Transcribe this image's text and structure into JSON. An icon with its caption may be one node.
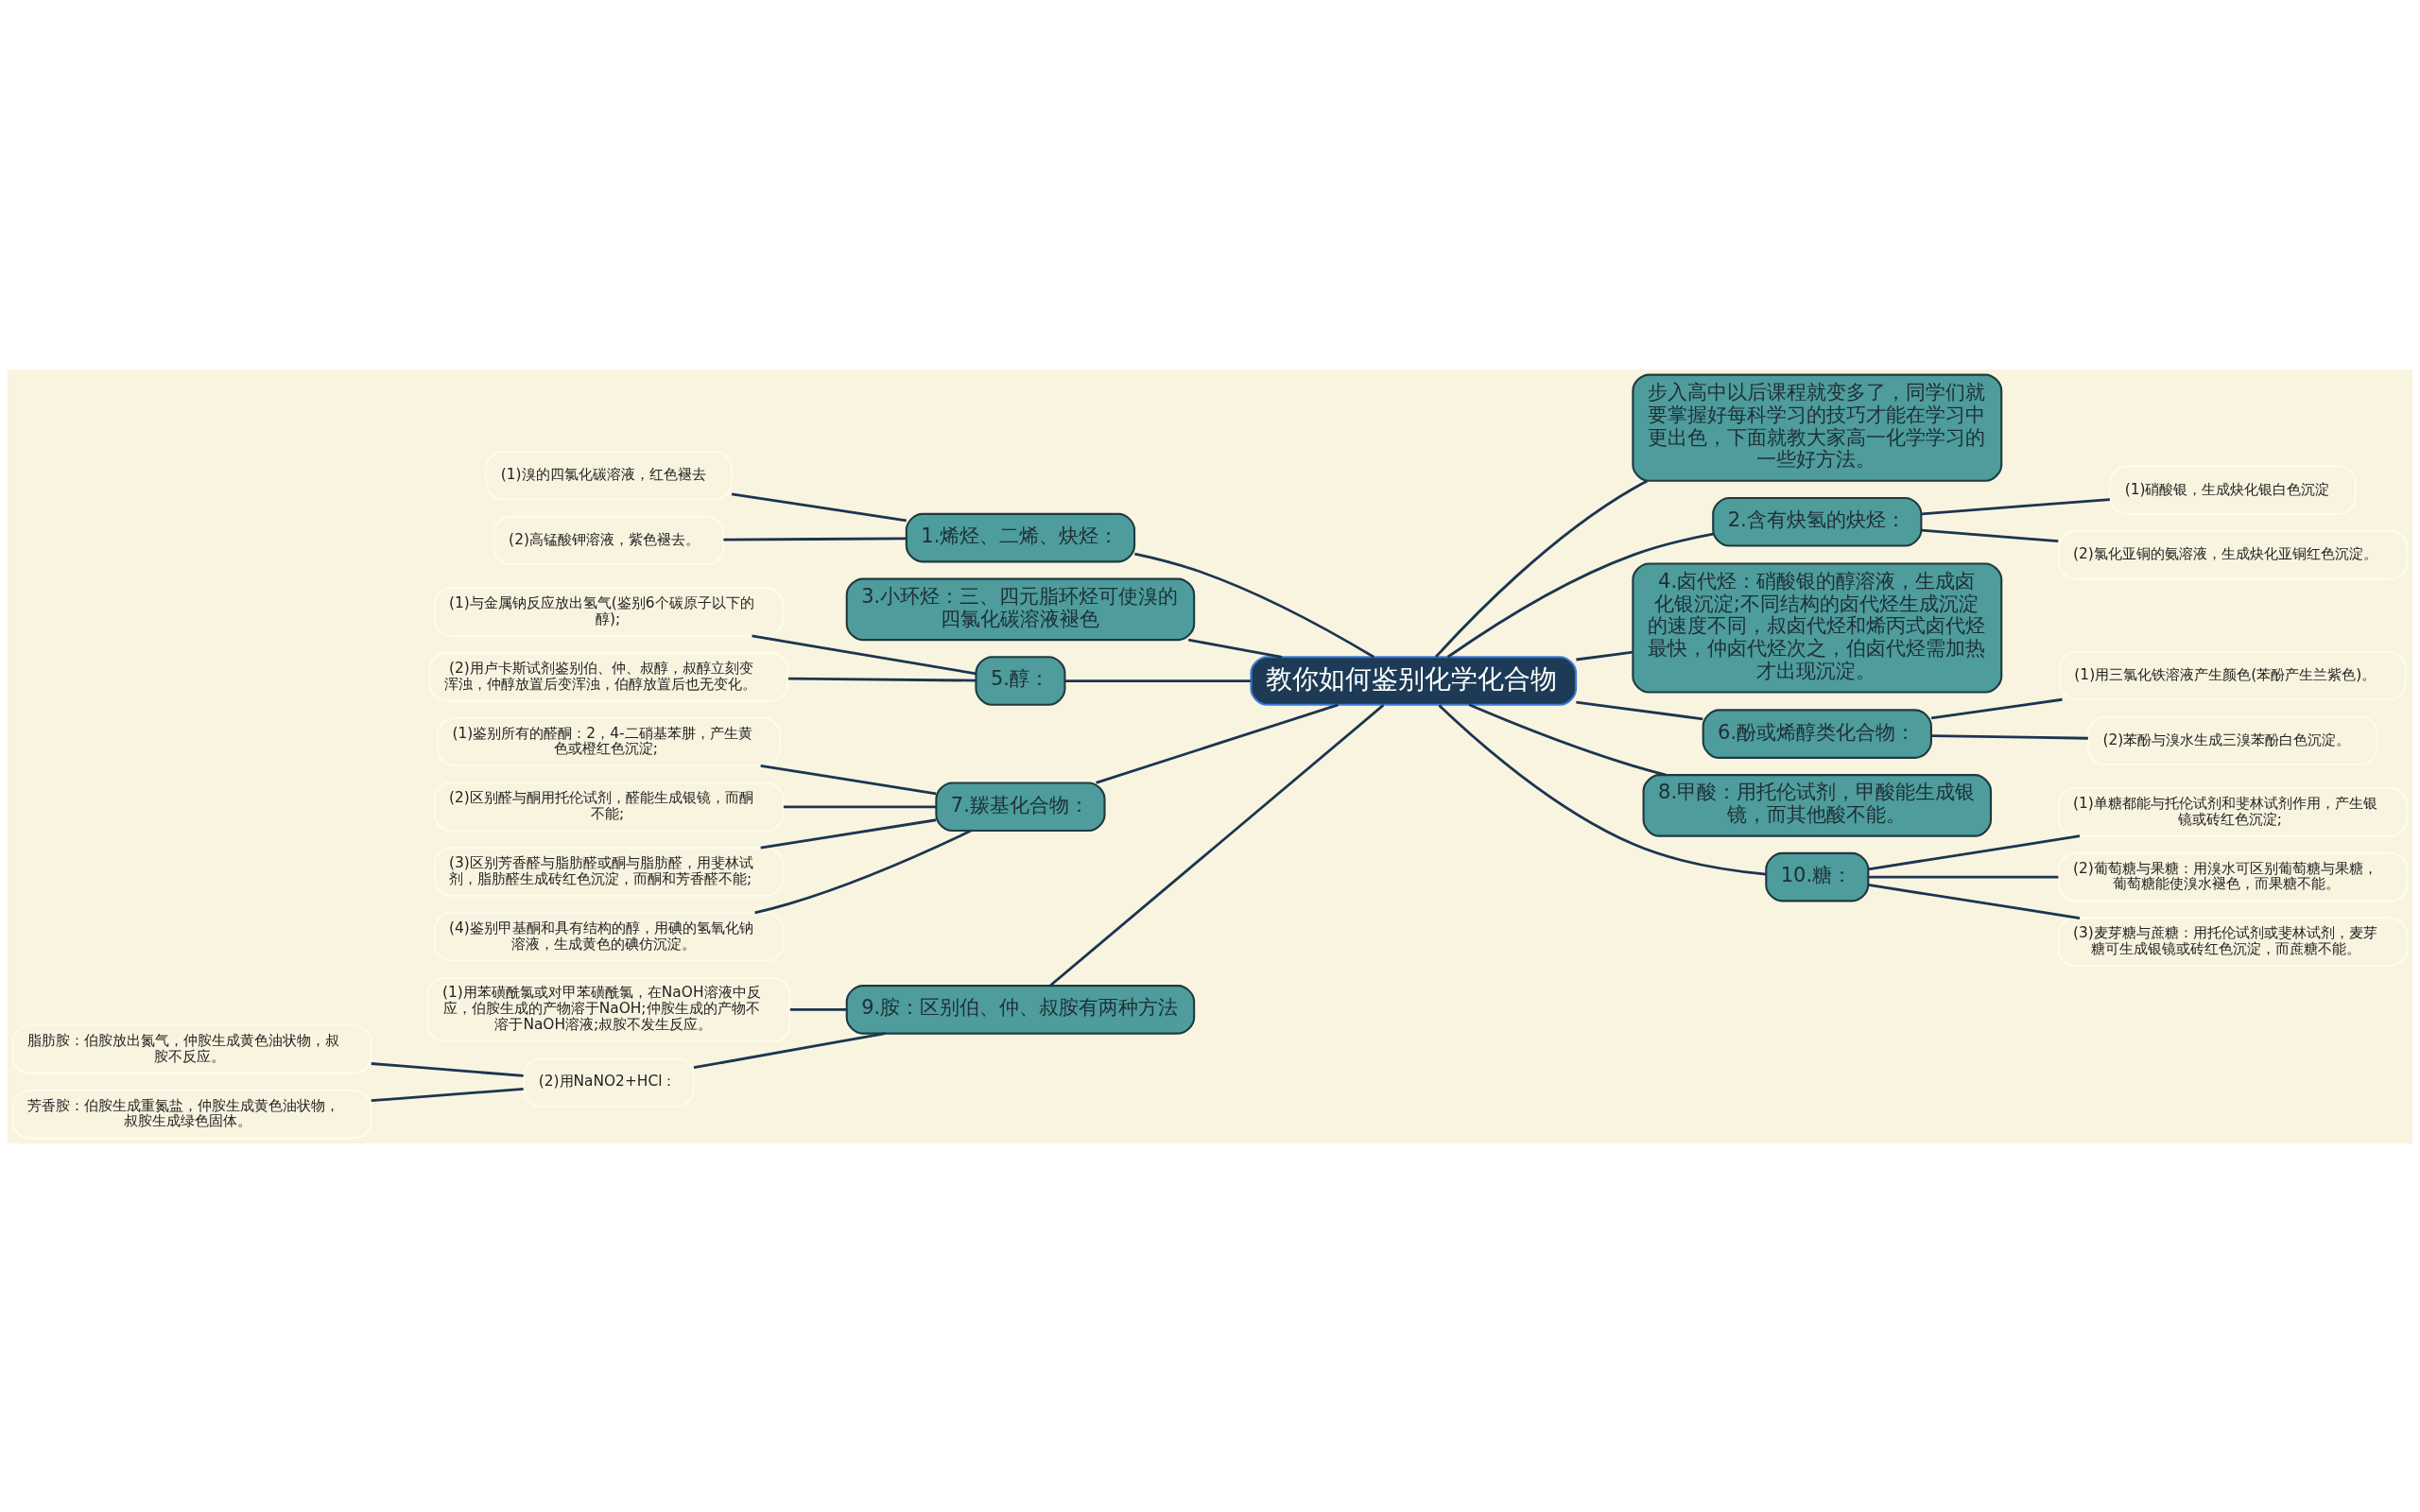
{
  "diagram": {
    "nodes": [
      {
        "text": [
          "教你如何鉴别化学化合物"
        ]
      },
      {
        "text": [
          "步入高中以后课程就变多了，同学们就要掌握好每科学习的技巧才能在学习中更出色，下面就教大家高一化学学习的一些好方法。"
        ]
      },
      {
        "text": [
          "1.烯烃、二烯、炔烃："
        ]
      },
      {
        "text": [
          "(1)溴的四氯化碳溶液，红色褪去"
        ]
      },
      {
        "text": [
          "(2)高锰酸钾溶液，紫色褪去。"
        ]
      },
      {
        "text": [
          "2.含有炔氢的炔烃："
        ]
      },
      {
        "text": [
          "(1)硝酸银，生成炔化银白色沉淀"
        ]
      },
      {
        "text": [
          "(2)氯化亚铜的氨溶液，生成炔化亚铜红色沉淀。"
        ]
      },
      {
        "text": [
          "3.小环烃：三、四元脂环烃可使溴的四氯化碳溶液褪色"
        ]
      },
      {
        "text": [
          "4.卤代烃：硝酸银的醇溶液，生成卤化银沉淀;不同结构的卤代烃生成沉淀的速度不同，叔卤代烃和烯丙式卤代烃最快，仲卤代烃次之，伯卤代烃需加热才出现沉淀。"
        ]
      },
      {
        "text": [
          "5.醇："
        ]
      },
      {
        "text": [
          "(1)与金属钠反应放出氢气(鉴别6个碳原子以下的醇);"
        ]
      },
      {
        "text": [
          "(2)用卢卡斯试剂鉴别伯、仲、叔醇，叔醇立刻变浑浊，仲醇放置后变浑浊，伯醇放置后也无变化。"
        ]
      },
      {
        "text": [
          "6.酚或烯醇类化合物："
        ]
      },
      {
        "text": [
          "(1)用三氯化铁溶液产生颜色(苯酚产生兰紫色)。"
        ]
      },
      {
        "text": [
          "(2)苯酚与溴水生成三溴苯酚白色沉淀。"
        ]
      },
      {
        "text": [
          "7.羰基化合物："
        ]
      },
      {
        "text": [
          "(1)鉴别所有的醛酮：2，4-二硝基苯肼，产生黄色或橙红色沉淀;"
        ]
      },
      {
        "text": [
          "(2)区别醛与酮用托伦试剂，醛能生成银镜，而酮不能;"
        ]
      },
      {
        "text": [
          "(3)区别芳香醛与脂肪醛或酮与脂肪醛，用斐林试剂，脂肪醛生成砖红色沉淀，而酮和芳香醛不能;"
        ]
      },
      {
        "text": [
          "(4)鉴别甲基酮和具有结构的醇，用碘的氢氧化钠溶液，生成黄色的碘仿沉淀。"
        ]
      },
      {
        "text": [
          "8.甲酸：用托伦试剂，甲酸能生成银镜，而其他酸不能。"
        ]
      },
      {
        "text": [
          "9.胺：区别伯、仲、叔胺有两种方法"
        ]
      },
      {
        "text": [
          "(1)用苯磺酰氯或对甲苯磺酰氯，在NaOH溶液中反应，伯胺生成的产物溶于NaOH;仲胺生成的产物不溶于NaOH溶液;叔胺不发生反应。"
        ]
      },
      {
        "text": [
          "(2)用NaNO2+HCl："
        ]
      },
      {
        "text": [
          "脂肪胺：伯胺放出氮气，仲胺生成黄色油状物，叔胺不反应。"
        ]
      },
      {
        "text": [
          "芳香胺：伯胺生成重氮盐，仲胺生成黄色油状物，叔胺生成绿色固体。"
        ]
      },
      {
        "text": [
          "10.糖："
        ]
      },
      {
        "text": [
          "(1)单糖都能与托伦试剂和斐林试剂作用，产生银镜或砖红色沉淀;"
        ]
      },
      {
        "text": [
          "(2)葡萄糖与果糖：用溴水可区别葡萄糖与果糖，葡萄糖能使溴水褪色，而果糖不能。"
        ]
      },
      {
        "text": [
          "(3)麦芽糖与蔗糖：用托伦试剂或斐林试剂，麦芽糖可生成银镜或砖红色沉淀，而蔗糖不能。"
        ]
      }
    ],
    "edges": [
      {
        "from": 0,
        "to": 1,
        "arrow": "none"
      },
      {
        "from": 0,
        "to": 2,
        "arrow": "none"
      },
      {
        "from": 2,
        "to": 3,
        "arrow": "none"
      },
      {
        "from": 2,
        "to": 4,
        "arrow": "none"
      },
      {
        "from": 0,
        "to": 5,
        "arrow": "none"
      },
      {
        "from": 5,
        "to": 6,
        "arrow": "none"
      },
      {
        "from": 5,
        "to": 7,
        "arrow": "none"
      },
      {
        "from": 0,
        "to": 8,
        "arrow": "none"
      },
      {
        "from": 0,
        "to": 9,
        "arrow": "none"
      },
      {
        "from": 0,
        "to": 10,
        "arrow": "none"
      },
      {
        "from": 10,
        "to": 11,
        "arrow": "none"
      },
      {
        "from": 10,
        "to": 12,
        "arrow": "none"
      },
      {
        "from": 0,
        "to": 13,
        "arrow": "none"
      },
      {
        "from": 13,
        "to": 14,
        "arrow": "none"
      },
      {
        "from": 13,
        "to": 15,
        "arrow": "none"
      },
      {
        "from": 0,
        "to": 16,
        "arrow": "none"
      },
      {
        "from": 16,
        "to": 17,
        "arrow": "none"
      },
      {
        "from": 16,
        "to": 18,
        "arrow": "none"
      },
      {
        "from": 16,
        "to": 19,
        "arrow": "none"
      },
      {
        "from": 16,
        "to": 20,
        "arrow": "none"
      },
      {
        "from": 0,
        "to": 21,
        "arrow": "none"
      },
      {
        "from": 0,
        "to": 22,
        "arrow": "none"
      },
      {
        "from": 22,
        "to": 23,
        "arrow": "none"
      },
      {
        "from": 22,
        "to": 24,
        "arrow": "none"
      },
      {
        "from": 24,
        "to": 25,
        "arrow": "none"
      },
      {
        "from": 24,
        "to": 26,
        "arrow": "none"
      },
      {
        "from": 0,
        "to": 27,
        "arrow": "none"
      },
      {
        "from": 27,
        "to": 28,
        "arrow": "none"
      },
      {
        "from": 27,
        "to": 29,
        "arrow": "none"
      },
      {
        "from": 27,
        "to": 30,
        "arrow": "none"
      }
    ]
  }
}
